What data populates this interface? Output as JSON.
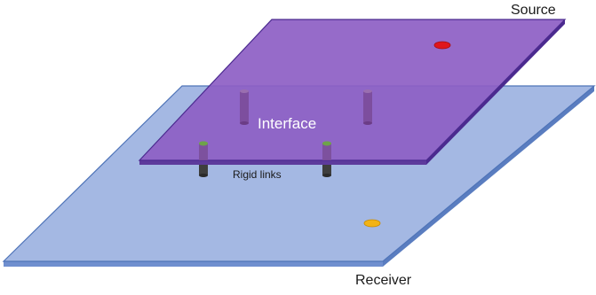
{
  "labels": {
    "source": "Source",
    "interface": "Interface",
    "rigid_links": "Rigid links",
    "receiver": "Receiver"
  },
  "colors": {
    "receiver_top": "#a4b8e3",
    "receiver_edge": "#4f74b8",
    "source_top": "#8d5ec4",
    "source_edge": "#4b2a8f",
    "source_point": "#e0161c",
    "receiver_point": "#f2b316",
    "link_cap": "#6ea34a",
    "link_body": "#3e3e3e"
  }
}
